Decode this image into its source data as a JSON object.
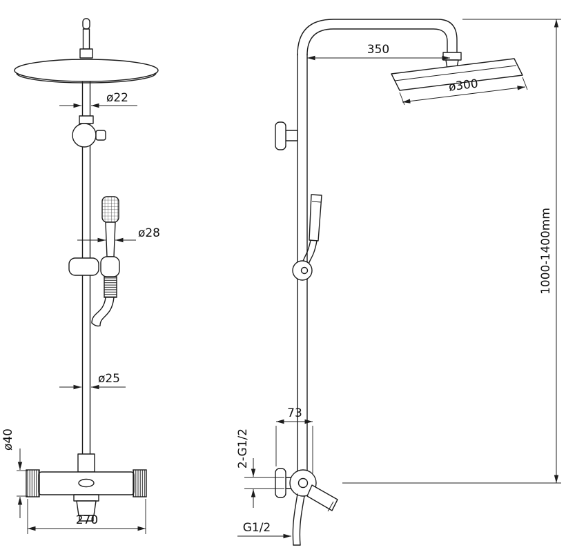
{
  "colors": {
    "line": "#1c1c1c",
    "background": "#ffffff"
  },
  "front_view": {
    "dim_pipe_upper": "ø22",
    "dim_hand_shower": "ø28",
    "dim_pipe_lower": "ø25",
    "dim_valve_body": "ø40",
    "dim_valve_width": "270"
  },
  "side_view": {
    "dim_arm_reach": "350",
    "dim_head_diameter": "ø300",
    "dim_wall_distance": "73",
    "dim_inlet_connections": "2-G1/2",
    "dim_outlet_connection": "G1/2",
    "dim_height_range": "1000-1400mm"
  }
}
